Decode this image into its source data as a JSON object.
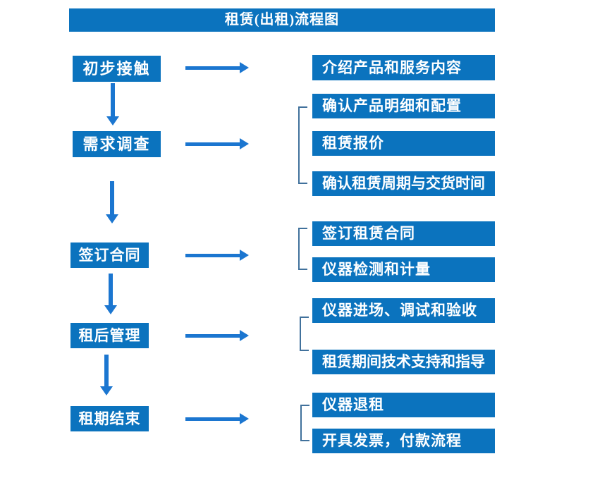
{
  "title": "租赁(出租)流程图",
  "colors": {
    "box_fill": "#0b73be",
    "arrow": "#1b76d0",
    "bracket": "#41719c",
    "text_on_box": "#ffffff",
    "page_bg": "#ffffff"
  },
  "icons": {
    "right_arrow": "solid right-pointing flow arrow (css triangle)",
    "down_arrow": "solid down-pointing flow arrow (css triangle)",
    "group_bracket": "square bracket grouping detail boxes"
  },
  "flow": {
    "stages": [
      {
        "label": "初步接触",
        "details": [
          "介绍产品和服务内容"
        ]
      },
      {
        "label": "需求调查",
        "details": [
          "确认产品明细和配置",
          "租赁报价",
          "确认租赁周期与交货时间"
        ]
      },
      {
        "label": "签订合同",
        "details": [
          "签订租赁合同",
          "仪器检测和计量"
        ]
      },
      {
        "label": "租后管理",
        "details": [
          "仪器进场、调试和验收",
          "租赁期间技术支持和指导"
        ]
      },
      {
        "label": "租期结束",
        "details": [
          "仪器退租",
          "开具发票，付款流程"
        ]
      }
    ]
  }
}
